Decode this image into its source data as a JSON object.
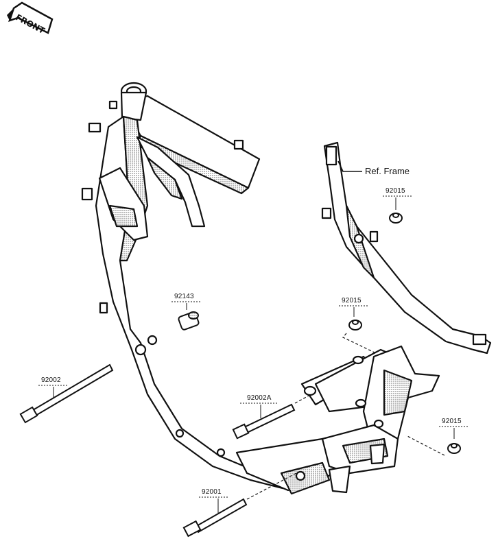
{
  "front_arrow": {
    "label": "FRONT",
    "icon": "front-arrow-icon"
  },
  "reference": {
    "label": "Ref. Frame"
  },
  "parts": [
    {
      "number": "92015"
    },
    {
      "number": "92143"
    },
    {
      "number": "92015"
    },
    {
      "number": "92002"
    },
    {
      "number": "92002A"
    },
    {
      "number": "92015"
    },
    {
      "number": "92001"
    }
  ],
  "colors": {
    "line": "#111111",
    "shade": "#cfcfcf",
    "background": "#ffffff"
  }
}
